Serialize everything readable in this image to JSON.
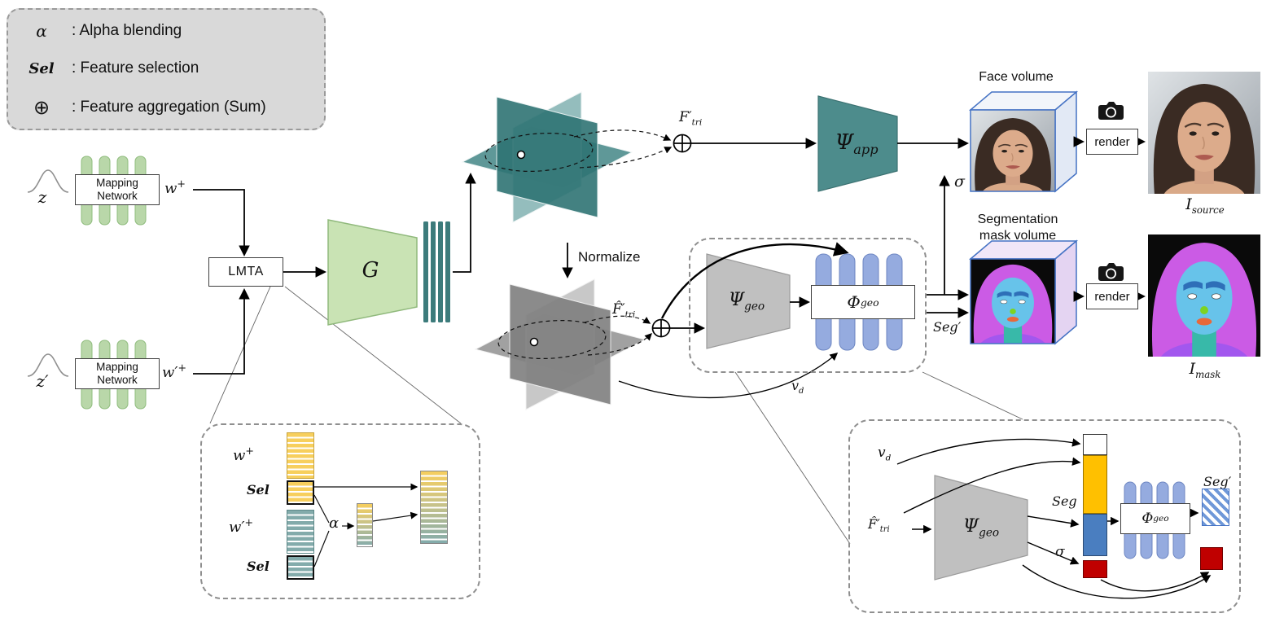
{
  "legend": {
    "items": [
      {
        "symbol": "α",
        "label": ": Alpha blending"
      },
      {
        "symbol": "Sel",
        "label": ": Feature selection"
      },
      {
        "symbol": "⊕",
        "label": ": Feature aggregation (Sum)"
      }
    ]
  },
  "generator": {
    "z": "z",
    "z_prime": "z′",
    "mapping_network": "Mapping\nNetwork",
    "w_plus": {
      "main": "w",
      "sup": "+"
    },
    "w_prime_plus": {
      "main": "w′",
      "sup": "+"
    },
    "lmta": "LMTA",
    "g": "G"
  },
  "triplane": {
    "f_tri": {
      "main": "F′",
      "sub": "tri"
    },
    "normalize": "Normalize",
    "f_hat_tri": {
      "main": "F̂′",
      "sub": "tri"
    }
  },
  "appearance_branch": {
    "psi_app": {
      "main": "Ψ",
      "sub": "app"
    },
    "sigma": "σ",
    "face_volume": "Face volume",
    "render": "render",
    "i_source": {
      "main": "I",
      "sub": "source"
    }
  },
  "geometry_branch": {
    "psi_geo": {
      "main": "Ψ",
      "sub": "geo"
    },
    "phi_geo": {
      "main": "Φ",
      "sub": "geo"
    },
    "v_d": {
      "main": "v",
      "sub": "d"
    },
    "seg_prime": "Seg′",
    "mask_volume": "Segmentation\nmask volume",
    "render": "render",
    "i_mask": {
      "main": "I",
      "sub": "mask"
    }
  },
  "lmta_detail": {
    "w_plus": {
      "main": "w",
      "sup": "+"
    },
    "sel_top": "Sel",
    "w_prime_plus": {
      "main": "w′",
      "sup": "+"
    },
    "sel_bottom": "Sel",
    "alpha": "α"
  },
  "phi_geo_detail": {
    "v_d": {
      "main": "v",
      "sub": "d"
    },
    "f_hat_tri": {
      "main": "F̂′",
      "sub": "tri"
    },
    "psi_geo": {
      "main": "Ψ",
      "sub": "geo"
    },
    "seg": "Seg",
    "sigma": "σ",
    "phi_geo": {
      "main": "Φ",
      "sub": "geo"
    },
    "seg_prime": "Seg′"
  },
  "colors": {
    "green_light": "#c9e3b4",
    "teal_dark": "#3c7b7b",
    "teal_mid": "#4d8c8c",
    "gray_mid": "#c0c0c0",
    "periwinkle": "#95abdf",
    "cube_outline": "#4472c4",
    "yellow_block": "#ffc000",
    "blue_block": "#4a7ec0",
    "red_block": "#c00000",
    "mask_magenta": "#cb5be5",
    "mask_face_blue": "#67c3ea",
    "legend_bg": "#d9d9d9"
  }
}
